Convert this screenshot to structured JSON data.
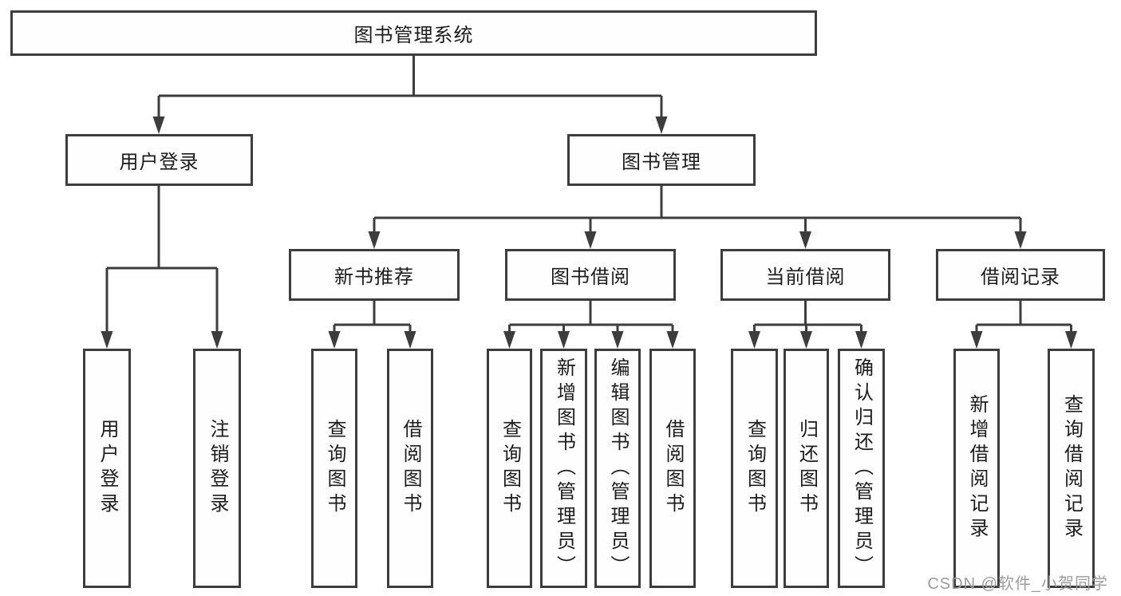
{
  "diagram": {
    "root": {
      "label": "图书管理系统"
    },
    "level2": [
      {
        "label": "用户登录"
      },
      {
        "label": "图书管理"
      }
    ],
    "level3": [
      {
        "label": "新书推荐"
      },
      {
        "label": "图书借阅"
      },
      {
        "label": "当前借阅"
      },
      {
        "label": "借阅记录"
      }
    ],
    "leaves": [
      {
        "label": "用户登录"
      },
      {
        "label": "注销登录"
      },
      {
        "label": "查询图书"
      },
      {
        "label": "借阅图书"
      },
      {
        "label": "查询图书"
      },
      {
        "label": "新增图书（管理员）"
      },
      {
        "label": "编辑图书（管理员）"
      },
      {
        "label": "借阅图书"
      },
      {
        "label": "查询图书"
      },
      {
        "label": "归还图书"
      },
      {
        "label": "确认归还（管理员）"
      },
      {
        "label": "新增借阅记录"
      },
      {
        "label": "查询借阅记录"
      }
    ]
  },
  "watermark": {
    "text": "CSDN @软件_小贺同学"
  },
  "colors": {
    "line": "#3d3d3d",
    "box_border": "#3d3d3d",
    "box_fill": "#fefefe",
    "text": "#1c1c1c",
    "watermark": "#9d9d9d",
    "background": "#ffffff"
  }
}
